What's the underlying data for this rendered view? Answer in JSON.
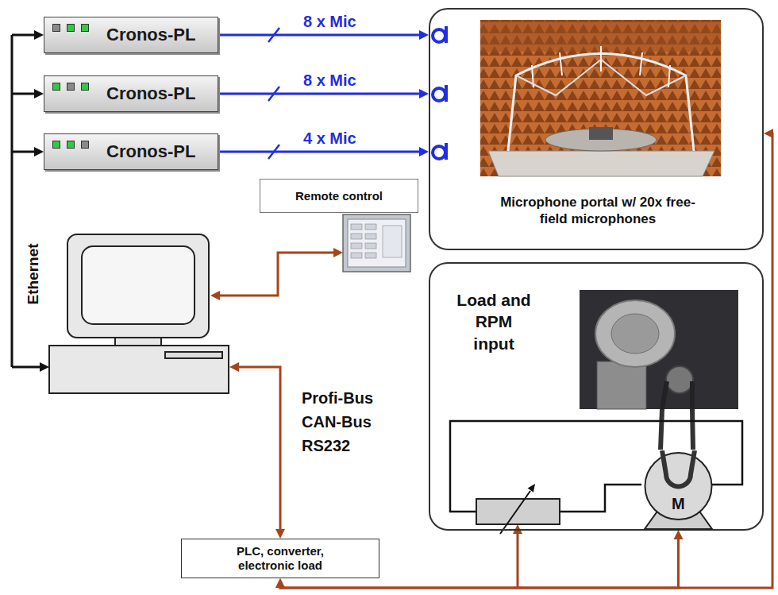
{
  "diagram": {
    "nodes": [
      {
        "text": [
          "Cronos-PL"
        ]
      },
      {
        "text": [
          "Cronos-PL"
        ]
      },
      {
        "text": [
          "Cronos-PL"
        ]
      },
      {
        "text": [
          "Remote control"
        ]
      },
      {
        "text": [
          "Microphone portal w/ 20x free-field microphones"
        ]
      },
      {
        "text": [
          "Load and RPM input"
        ]
      },
      {
        "text": [
          "M"
        ],
        "in": 5
      },
      {
        "text": [
          "PLC, converter, electronic load"
        ]
      }
    ],
    "edges": [
      {
        "from": 0,
        "to": 4,
        "arrow": "to",
        "label": "8 x Mic"
      },
      {
        "from": 1,
        "to": 4,
        "arrow": "to",
        "label": "8 x Mic"
      },
      {
        "from": 2,
        "to": 4,
        "arrow": "to",
        "label": "4 x Mic"
      },
      {
        "from": 7,
        "to": 6,
        "arrow": "both"
      },
      {
        "from": 7,
        "to": 4,
        "arrow": "both"
      }
    ],
    "labels": [
      "Ethernet",
      "Profi-Bus",
      "CAN-Bus",
      "RS232"
    ]
  }
}
